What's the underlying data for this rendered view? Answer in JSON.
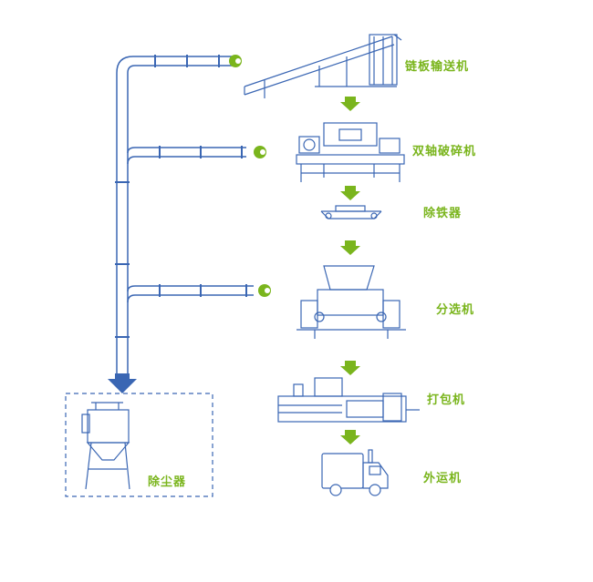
{
  "colors": {
    "line": "#3a66b3",
    "accent": "#7ab51d",
    "dash": "#3a66b3",
    "background": "#ffffff"
  },
  "stages": [
    {
      "label": "链板输送机",
      "icon": "chain-conveyor-icon"
    },
    {
      "label": "双轴破碎机",
      "icon": "double-shaft-shredder-icon"
    },
    {
      "label": "除铁器",
      "icon": "iron-remover-icon"
    },
    {
      "label": "分选机",
      "icon": "sorting-machine-icon"
    },
    {
      "label": "打包机",
      "icon": "baler-icon"
    },
    {
      "label": "外运机",
      "icon": "truck-icon"
    }
  ],
  "collector": {
    "label": "除尘器",
    "icon": "dust-collector-icon"
  }
}
